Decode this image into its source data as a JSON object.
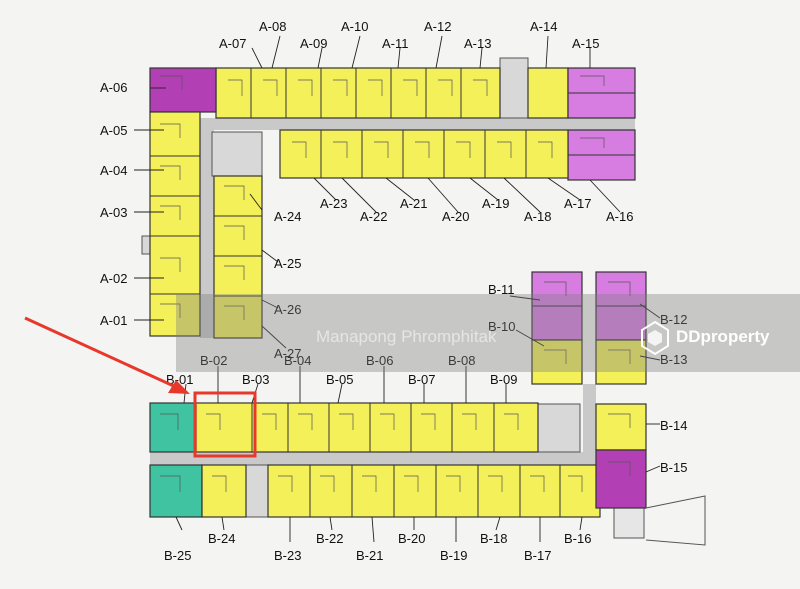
{
  "colors": {
    "standard_unit": "#f3f05a",
    "large_unit": "#d77ce0",
    "corner_unit": "#b33fb5",
    "green_unit": "#3fc3a0",
    "corridor": "#c9c9c9",
    "highlight": "#e8382b"
  },
  "labels": {
    "a01": "A-01",
    "a02": "A-02",
    "a03": "A-03",
    "a04": "A-04",
    "a05": "A-05",
    "a06": "A-06",
    "a07": "A-07",
    "a08": "A-08",
    "a09": "A-09",
    "a10": "A-10",
    "a11": "A-11",
    "a12": "A-12",
    "a13": "A-13",
    "a14": "A-14",
    "a15": "A-15",
    "a16": "A-16",
    "a17": "A-17",
    "a18": "A-18",
    "a19": "A-19",
    "a20": "A-20",
    "a21": "A-21",
    "a22": "A-22",
    "a23": "A-23",
    "a24": "A-24",
    "a25": "A-25",
    "a26": "A-26",
    "a27": "A-27",
    "b01": "B-01",
    "b02": "B-02",
    "b03": "B-03",
    "b04": "B-04",
    "b05": "B-05",
    "b06": "B-06",
    "b07": "B-07",
    "b08": "B-08",
    "b09": "B-09",
    "b10": "B-10",
    "b11": "B-11",
    "b12": "B-12",
    "b13": "B-13",
    "b14": "B-14",
    "b15": "B-15",
    "b16": "B-16",
    "b17": "B-17",
    "b18": "B-18",
    "b19": "B-19",
    "b20": "B-20",
    "b21": "B-21",
    "b22": "B-22",
    "b23": "B-23",
    "b24": "B-24",
    "b25": "B-25"
  },
  "watermark": {
    "author": "Manapong Phromphitak",
    "brand": "DDproperty"
  }
}
